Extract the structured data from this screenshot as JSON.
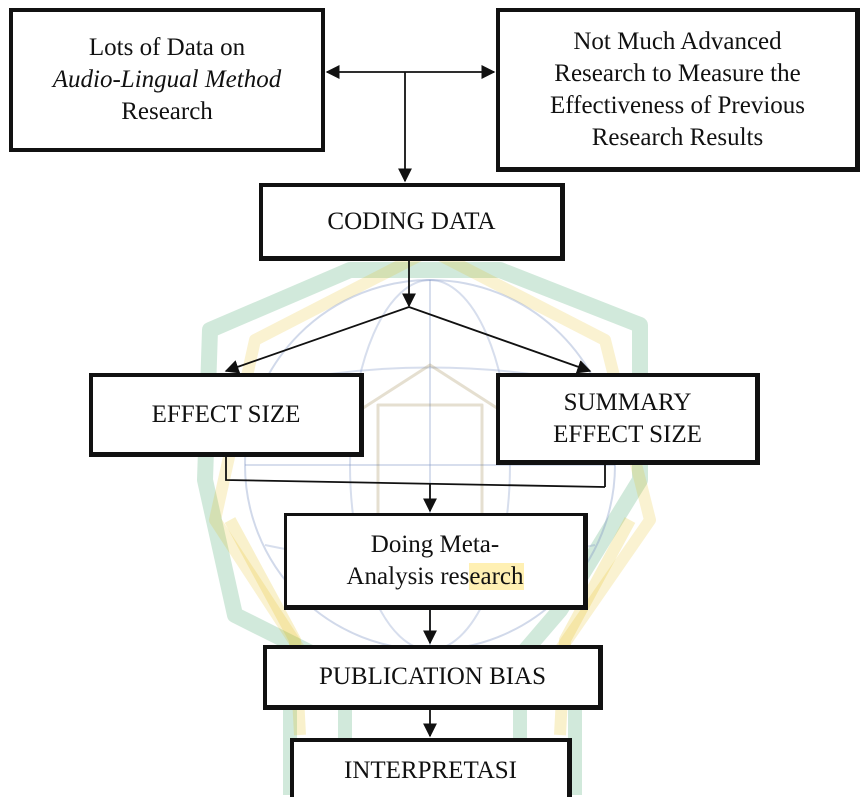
{
  "diagram": {
    "nodes": {
      "lots_of_data": {
        "line1": "Lots of Data on",
        "line2": "Audio-Lingual Method",
        "line3": "Research"
      },
      "not_much_research": {
        "line1": "Not Much Advanced",
        "line2": "Research to Measure the",
        "line3": "Effectiveness of Previous",
        "line4": "Research Results"
      },
      "coding_data": {
        "label": "CODING DATA"
      },
      "effect_size": {
        "label": "EFFECT SIZE"
      },
      "summary_effect_size": {
        "line1": "SUMMARY",
        "line2": "EFFECT SIZE"
      },
      "doing_meta_analysis": {
        "line1": "Doing Meta-",
        "line2_a": "Analysis res",
        "line2_b": "earch"
      },
      "publication_bias": {
        "label": "PUBLICATION BIAS"
      },
      "interpretasi": {
        "label": "INTERPRETASI"
      }
    },
    "edges": [
      {
        "from": "lots_of_data",
        "to": "not_much_research",
        "style": "double-arrow"
      },
      {
        "from": "lots_of_data",
        "to": "coding_data",
        "style": "arrow"
      },
      {
        "from": "coding_data",
        "to": "effect_size",
        "style": "arrow"
      },
      {
        "from": "coding_data",
        "to": "summary_effect_size",
        "style": "arrow"
      },
      {
        "from": "effect_size",
        "to": "doing_meta_analysis",
        "style": "arrow"
      },
      {
        "from": "summary_effect_size",
        "to": "doing_meta_analysis",
        "style": "arrow"
      },
      {
        "from": "doing_meta_analysis",
        "to": "publication_bias",
        "style": "arrow"
      },
      {
        "from": "publication_bias",
        "to": "interpretasi",
        "style": "arrow"
      }
    ]
  },
  "colors": {
    "line": "#111111",
    "watermark_green": "#2f9a5a",
    "watermark_gold": "#e3b800",
    "watermark_blue": "#7c93c4"
  }
}
